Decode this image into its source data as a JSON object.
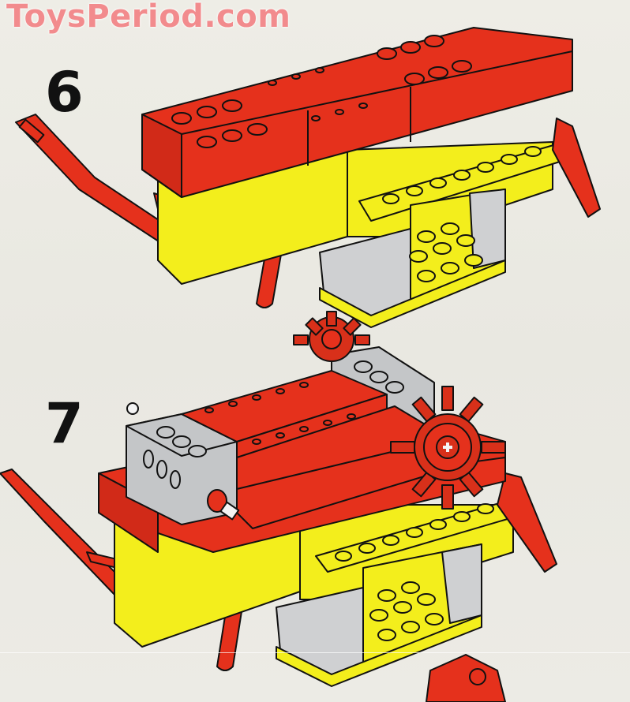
{
  "watermark": "ToysPeriod.com",
  "steps": [
    {
      "number": "6",
      "description": "Red brick top assembly with yellow base and red hitch arm"
    },
    {
      "number": "7",
      "description": "Assembly with gray technic bricks, axles and red gears added"
    }
  ],
  "colors": {
    "paper": "#ecebe4",
    "watermark": "#f28b8d",
    "brick_red": "#e5311c",
    "brick_yellow": "#f3ee1c",
    "brick_gray": "#c4c6c8",
    "outline": "#111111"
  }
}
